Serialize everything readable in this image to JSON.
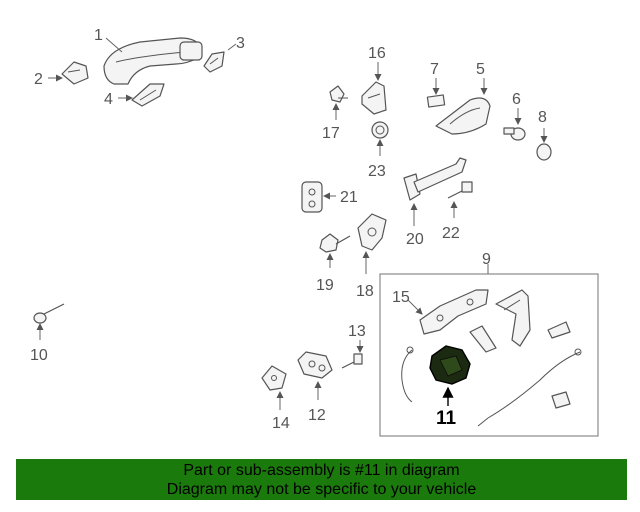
{
  "callouts": {
    "c1": "1",
    "c2": "2",
    "c3": "3",
    "c4": "4",
    "c5": "5",
    "c6": "6",
    "c7": "7",
    "c8": "8",
    "c9": "9",
    "c10": "10",
    "c11": "11",
    "c12": "12",
    "c13": "13",
    "c14": "14",
    "c15": "15",
    "c16": "16",
    "c17": "17",
    "c18": "18",
    "c19": "19",
    "c20": "20",
    "c21": "21",
    "c22": "22",
    "c23": "23"
  },
  "highlight": {
    "part_number": "11",
    "color": "#1b7a0c"
  },
  "banner": {
    "line1": "Part or sub-assembly is #11 in diagram",
    "line2": "Diagram may not be specific to your vehicle"
  }
}
